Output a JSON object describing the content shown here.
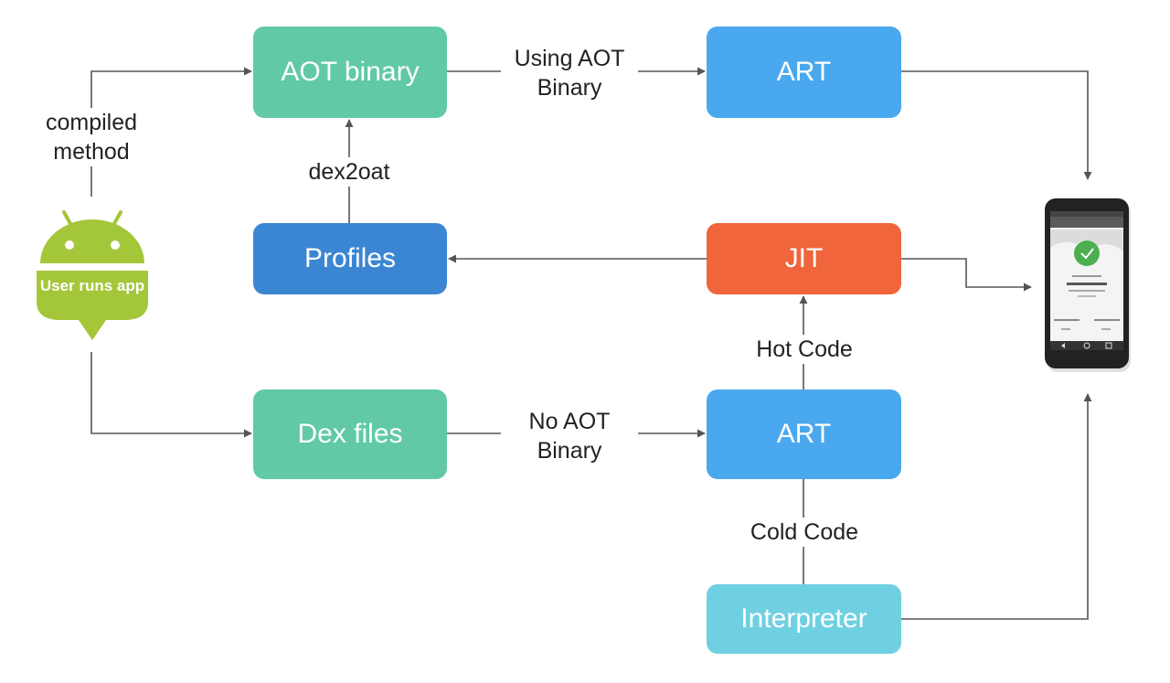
{
  "boxes": {
    "aot_binary": "AOT binary",
    "art_top": "ART",
    "profiles": "Profiles",
    "jit": "JIT",
    "dex_files": "Dex files",
    "art_bottom": "ART",
    "interpreter": "Interpreter"
  },
  "labels": {
    "compiled_method": [
      "compiled",
      "method"
    ],
    "dex2oat": "dex2oat",
    "using_aot": [
      "Using AOT",
      "Binary"
    ],
    "no_aot": [
      "No AOT",
      "Binary"
    ],
    "hot_code": "Hot Code",
    "cold_code": "Cold Code"
  },
  "android": {
    "text": "User runs app"
  },
  "colors": {
    "green": "#61c9a6",
    "blue": "#4aa8ef",
    "dark_blue": "#3b86d3",
    "orange": "#f0653b",
    "cyan": "#6fd0e2",
    "android_green": "#a4c639",
    "line": "#555555"
  }
}
